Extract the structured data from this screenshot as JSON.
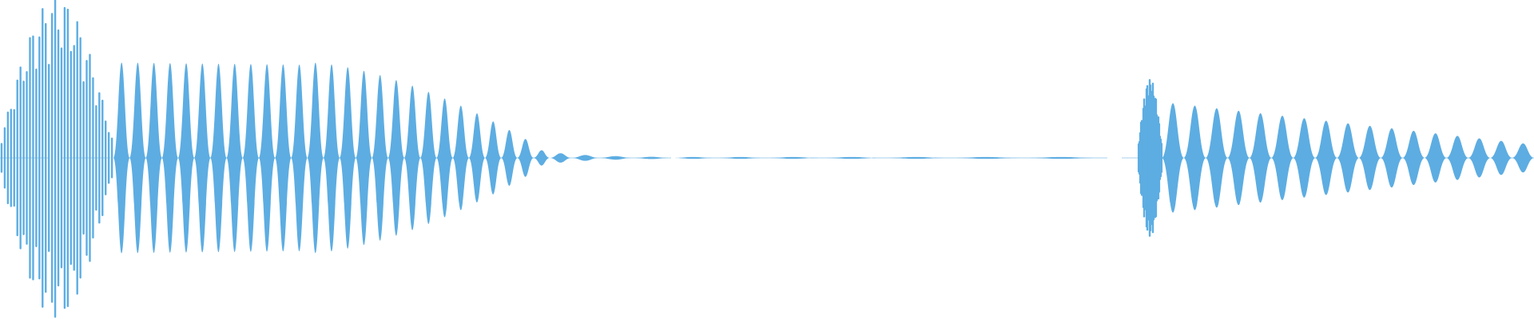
{
  "waveform": {
    "color": "#5dade2",
    "background": "#ffffff",
    "clips": [
      {
        "name": "clip-1",
        "start_fraction": 0.0,
        "end_fraction": 0.74,
        "transient_cycles": 12,
        "transient_peak": 0.98,
        "body_cycles": 26,
        "body_peak": 0.61,
        "tail_cycles": 18,
        "decay": "exponential"
      },
      {
        "name": "clip-2",
        "start_fraction": 0.742,
        "end_fraction": 1.0,
        "transient_cycles": 10,
        "transient_peak": 0.46,
        "body_cycles": 17,
        "body_peak": 0.35,
        "tail_cycles": 0,
        "decay": "linear"
      }
    ]
  }
}
